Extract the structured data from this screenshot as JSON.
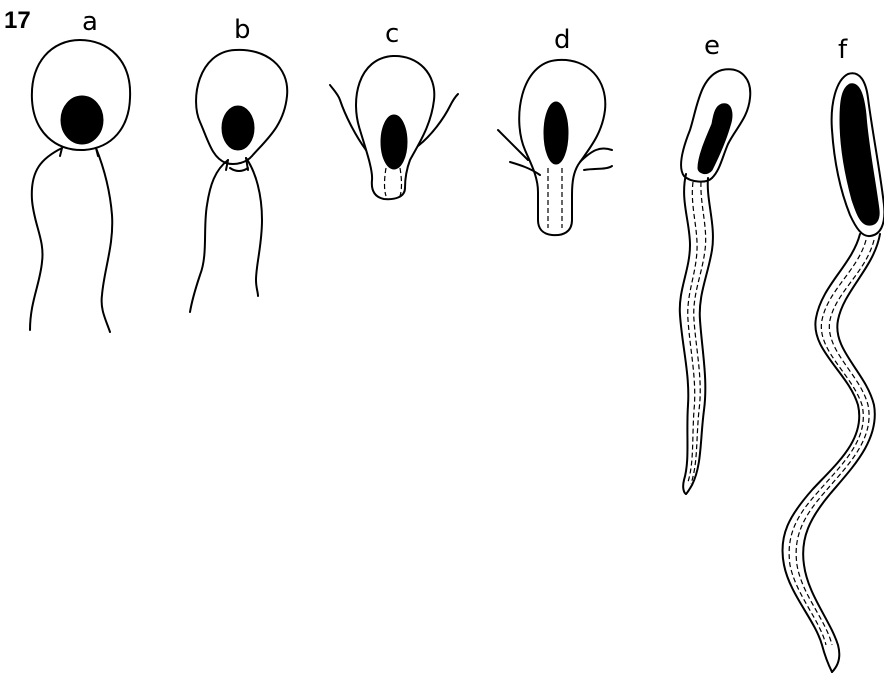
{
  "figure": {
    "number": "17",
    "stages": [
      {
        "label": "a"
      },
      {
        "label": "b"
      },
      {
        "label": "c"
      },
      {
        "label": "d"
      },
      {
        "label": "e"
      },
      {
        "label": "f"
      }
    ]
  }
}
